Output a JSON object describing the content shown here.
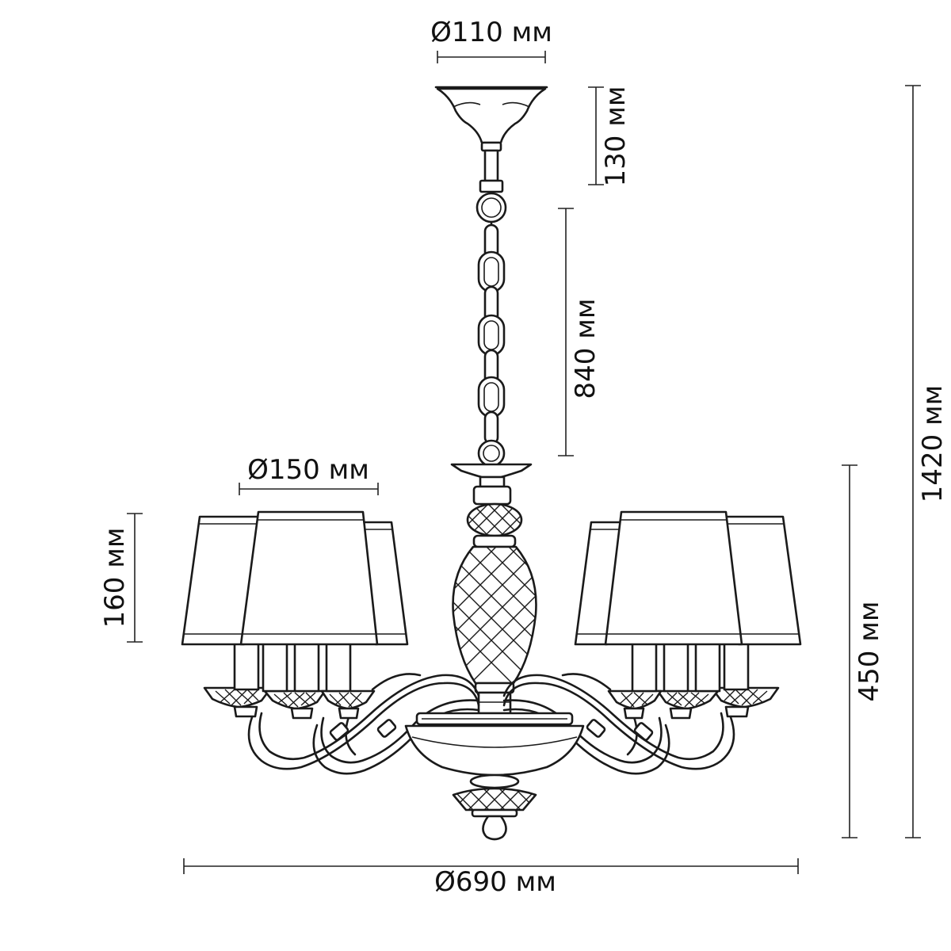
{
  "dimensions": {
    "canopy_diameter": "Ø110 мм",
    "canopy_height": "130 мм",
    "chain_length": "840 мм",
    "shade_diameter": "Ø150 мм",
    "shade_height": "160 мм",
    "body_height": "450 мм",
    "total_height": "1420 мм",
    "total_diameter": "Ø690 мм"
  },
  "colors": {
    "line": "#1a1a1a",
    "background": "#ffffff"
  }
}
